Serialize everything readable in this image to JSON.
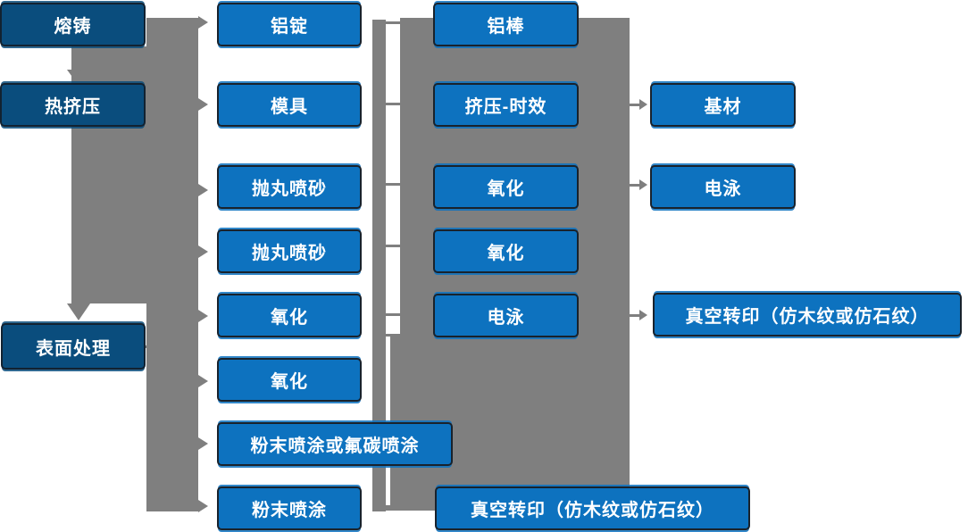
{
  "diagram": {
    "type": "process-flowchart",
    "language": "zh-CN",
    "colors": {
      "node_fill_primary": "#0d72bf",
      "node_fill_dark": "#0a4d7d",
      "node_border": "#19222c",
      "node_text": "#ffffff",
      "connector": "#7f7f7f",
      "background": "#ffffff"
    },
    "nodes": {
      "melting_casting": {
        "label": "熔铸"
      },
      "hot_extrusion": {
        "label": "热挤压"
      },
      "surface_treatment": {
        "label": "表面处理"
      },
      "aluminum_ingot": {
        "label": "铝锭"
      },
      "mold": {
        "label": "模具"
      },
      "shot_blast_1": {
        "label": "抛丸喷砂"
      },
      "shot_blast_2": {
        "label": "抛丸喷砂"
      },
      "oxidation_c2_1": {
        "label": "氧化"
      },
      "oxidation_c2_2": {
        "label": "氧化"
      },
      "powder_or_fluorocarbon": {
        "label": "粉末喷涂或氟碳喷涂"
      },
      "powder_coating": {
        "label": "粉末喷涂"
      },
      "aluminum_rod": {
        "label": "铝棒"
      },
      "extrusion_aging": {
        "label": "挤压-时效"
      },
      "oxidation_c3_1": {
        "label": "氧化"
      },
      "oxidation_c3_2": {
        "label": "氧化"
      },
      "electrophoresis_c3": {
        "label": "电泳"
      },
      "vacuum_transfer_bottom": {
        "label": "真空转印（仿木纹或仿石纹）"
      },
      "base_material": {
        "label": "基材"
      },
      "electrophoresis_c4": {
        "label": "电泳"
      },
      "vacuum_transfer_right": {
        "label": "真空转印（仿木纹或仿石纹）"
      }
    }
  }
}
